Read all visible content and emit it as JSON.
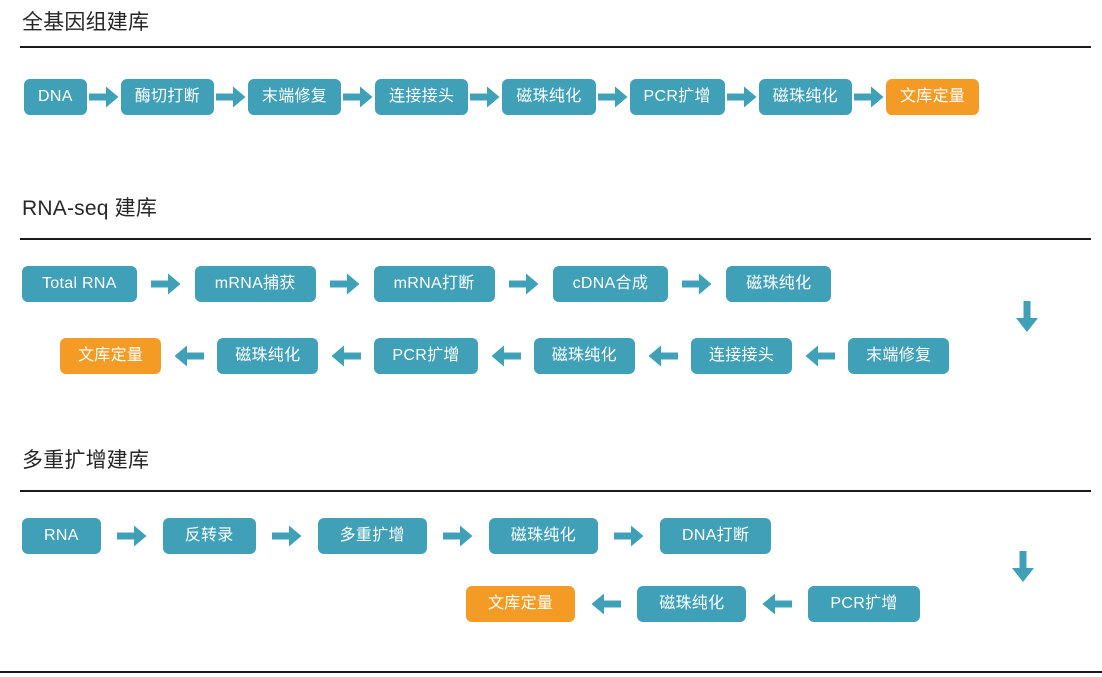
{
  "page": {
    "background": "#ffffff",
    "node_color": "#3fa0b8",
    "highlight_color": "#f49b26",
    "text_color": "#ffffff",
    "title_color": "#262626",
    "rule_color": "#1a1a1a"
  },
  "sections": [
    {
      "id": "sec1",
      "title": "全基因组建库",
      "rows": [
        {
          "direction": "left-to-right",
          "nodes": [
            {
              "label": "DNA",
              "highlight": false
            },
            {
              "label": "酶切打断",
              "highlight": false
            },
            {
              "label": "末端修复",
              "highlight": false
            },
            {
              "label": "连接接头",
              "highlight": false
            },
            {
              "label": "磁珠纯化",
              "highlight": false
            },
            {
              "label": "PCR扩增",
              "highlight": false
            },
            {
              "label": "磁珠纯化",
              "highlight": false
            },
            {
              "label": "文库定量",
              "highlight": true
            }
          ]
        }
      ]
    },
    {
      "id": "sec2",
      "title": "RNA-seq 建库",
      "rows": [
        {
          "direction": "left-to-right",
          "nodes": [
            {
              "label": "Total RNA",
              "highlight": false
            },
            {
              "label": "mRNA捕获",
              "highlight": false
            },
            {
              "label": "mRNA打断",
              "highlight": false
            },
            {
              "label": "cDNA合成",
              "highlight": false
            },
            {
              "label": "磁珠纯化",
              "highlight": false
            }
          ]
        },
        {
          "direction": "right-to-left",
          "nodes": [
            {
              "label": "文库定量",
              "highlight": true
            },
            {
              "label": "磁珠纯化",
              "highlight": false
            },
            {
              "label": "PCR扩增",
              "highlight": false
            },
            {
              "label": "磁珠纯化",
              "highlight": false
            },
            {
              "label": "连接接头",
              "highlight": false
            },
            {
              "label": "末端修复",
              "highlight": false
            }
          ]
        }
      ],
      "connector": {
        "direction": "down",
        "between": "磁珠纯化 → 末端修复"
      }
    },
    {
      "id": "sec3",
      "title": "多重扩增建库",
      "rows": [
        {
          "direction": "left-to-right",
          "nodes": [
            {
              "label": "RNA",
              "highlight": false
            },
            {
              "label": "反转录",
              "highlight": false
            },
            {
              "label": "多重扩增",
              "highlight": false
            },
            {
              "label": "磁珠纯化",
              "highlight": false
            },
            {
              "label": "DNA打断",
              "highlight": false
            }
          ]
        },
        {
          "direction": "right-to-left",
          "nodes": [
            {
              "label": "文库定量",
              "highlight": true
            },
            {
              "label": "磁珠纯化",
              "highlight": false
            },
            {
              "label": "PCR扩增",
              "highlight": false
            }
          ]
        }
      ],
      "connector": {
        "direction": "down",
        "between": "DNA打断 → PCR扩增"
      }
    }
  ]
}
